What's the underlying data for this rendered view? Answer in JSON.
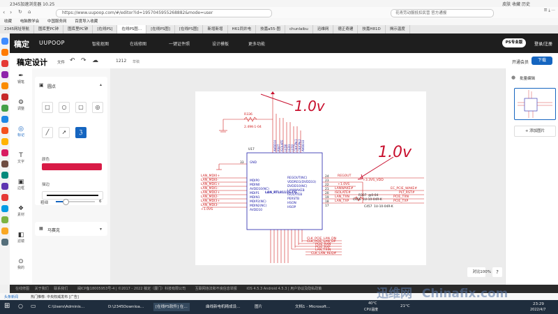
{
  "browser": {
    "window_title": "2345加速浏览器 10.25",
    "titlebar_right": "皮肤  收藏  历史",
    "url": "https://www.uupoop.com/#/editor?id=1957045955268882&mode=user",
    "search_hint": "花青劳动服抵扣民营 官方通报",
    "bookmarks": [
      "收藏",
      "电脑教学会",
      "中国服务网",
      "百度导入收藏"
    ],
    "tabs": [
      "2345网址导航",
      "图库里PC钟",
      "图库里PC钟",
      "[在线PS]",
      "在线PS图…",
      "[在线PS图]",
      "[在线PS图]",
      "新增新增",
      "H61同井电",
      "技嘉a55-图",
      "chunlaibu",
      "迅维网",
      "德正奇建",
      "技嘉H81D",
      "揭示温度"
    ]
  },
  "app": {
    "logo": "稿定",
    "brand": "UUPOOP",
    "nav": [
      "智能抠图",
      "在线修图",
      "一键证件照",
      "设计模板",
      "更多功能"
    ],
    "ps_button": "PS专业版",
    "login": "登录/注册"
  },
  "editor": {
    "title": "稿定设计",
    "file_menu": "文件",
    "size": "1212",
    "save_state": "草稿",
    "vip": "开通会员",
    "download": "下载"
  },
  "tools": [
    {
      "icon": "✒",
      "label": "钢笔"
    },
    {
      "icon": "⚙",
      "label": "调整"
    },
    {
      "icon": "◎",
      "label": "标记"
    },
    {
      "icon": "T",
      "label": "文字"
    },
    {
      "icon": "▣",
      "label": "边框"
    },
    {
      "icon": "❖",
      "label": "素材"
    },
    {
      "icon": "◧",
      "label": "滤镜"
    },
    {
      "icon": "⊙",
      "label": "我的"
    }
  ],
  "props": {
    "section_title": "圆点",
    "color_label": "颜色",
    "color_value": "#d81b46",
    "line_label": "描边",
    "thickness_label": "粗细",
    "thickness_value": "6",
    "mosaic_label": "马赛克"
  },
  "canvas": {
    "annotation_top": "1.0v",
    "annotation_right": "1.0v",
    "chip_ref": "U17",
    "chip_name": "LAN_RTL8111G-CG",
    "resistor_top": "R336",
    "resistor_top_val": "2.49K-1-04",
    "gnd_label": "GND",
    "pin_33": "33",
    "top_pins": [
      "AVDD10",
      "RSET",
      "ISOLATE",
      "LED0",
      "LED1",
      "LED2",
      "CKXTAL1",
      "CKXTAL2",
      "AVDD33"
    ],
    "left_nets": [
      "LAN_MDI0+",
      "LAN_MDI0-",
      "LAN_MDI1+",
      "LAN_MDI1-",
      "LAN_MDI2+",
      "LAN_MDI2-",
      "LAN_MDI3+",
      "LAN_MDI3-",
      "+1.0VS"
    ],
    "left_pins": [
      "MDIP0",
      "MDIN0",
      "AVDD10(NC)",
      "MDIP1",
      "MDIN1",
      "MDIP2(NC)",
      "MDIN2(NC)",
      "AVDD10"
    ],
    "right_pins": [
      "REGOUT(NC)",
      "VDDREG(DVDD33)",
      "DVDD10(NC)",
      "LANWAKEB",
      "ISOLATEB",
      "PERSTB",
      "HSON",
      "HSOP"
    ],
    "right_pin_nums": [
      "24",
      "23",
      "22",
      "21",
      "20",
      "19",
      "18",
      "17"
    ],
    "right_nets": [
      "REGOUT",
      "+3.3VS_VDD",
      "+1.0VS",
      "LANWAKE#",
      "ISOLATE#",
      "LAN_TXN",
      "LAN_TXP"
    ],
    "right_far_nets": [
      "EC_PCIE_WAKE#",
      "PLT_RST#",
      "PCIE_TXN",
      "PCIE_TXP"
    ],
    "resistor_mid": "R307",
    "resistor_mid_val": "@0-04",
    "cap_a": "C456",
    "cap_a_val": "1U-10-04R-K",
    "cap_b": "C457",
    "cap_b_val": "1U-10-04R-K",
    "bottom_nets": [
      "CLK_PCIE_LAN_DN",
      "CLK_PCIE_LAN_DP",
      "PCIE_RXN",
      "PCIE_RXP",
      "LAN_TXIN",
      "CLK_LAN_REQ#"
    ],
    "zoom_fit": "对比",
    "zoom": "100%",
    "help": "?"
  },
  "right_panel": {
    "batch": "批量编辑",
    "add_image": "添加图片"
  },
  "footer": {
    "links": [
      "在线修图",
      "关于我们",
      "联系我们"
    ],
    "icp": "闽ICP备18005953号-4 | ©2017 - 2022 稿定（厦门）科技有限公司",
    "police": "互联网违法和不良信息举报",
    "versions": "iOS 4.5.3 Android 4.5.3 | 用户协议及隐私政策"
  },
  "statusline": {
    "left": "头条新闻",
    "middle": "热门推荐: 中央权威发布 [广告]"
  },
  "taskbar": {
    "items": [
      "C:\\Users\\Adminis…",
      "D:\\2345Downloa…",
      "[在线PS软件] 在…",
      "曲线新电机精成设…",
      "图片",
      "文档1 - Microsoft…"
    ],
    "temp": "21°C",
    "cpu": "CPU温度",
    "weather": "40°C",
    "time": "23:29",
    "date": "2022/4/7"
  },
  "watermark": {
    "cn": "迅维网",
    "en": "Chinafix.com"
  },
  "colors": {
    "accent": "#1565c0",
    "schematic_red": "#d02020",
    "chip_blue": "#2222aa",
    "annotation": "#c8102e"
  }
}
